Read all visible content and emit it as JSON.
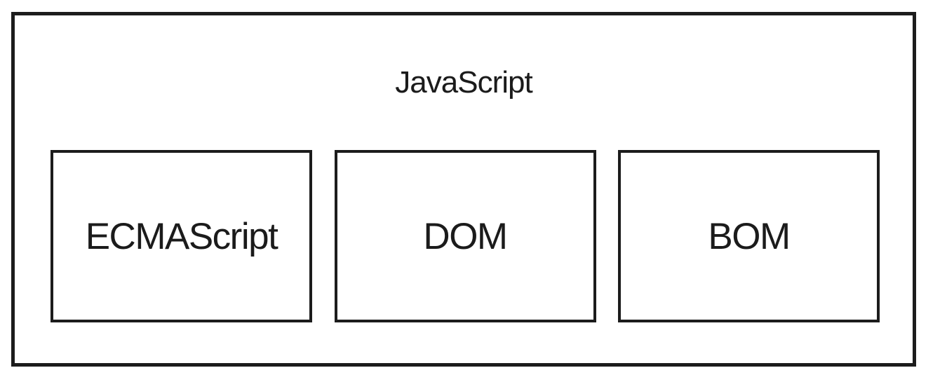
{
  "diagram": {
    "title": "JavaScript",
    "components": [
      {
        "label": "ECMAScript"
      },
      {
        "label": "DOM"
      },
      {
        "label": "BOM"
      }
    ],
    "colors": {
      "border": "#1c1c1c",
      "text": "#1b1b1b",
      "background": "#ffffff"
    }
  }
}
